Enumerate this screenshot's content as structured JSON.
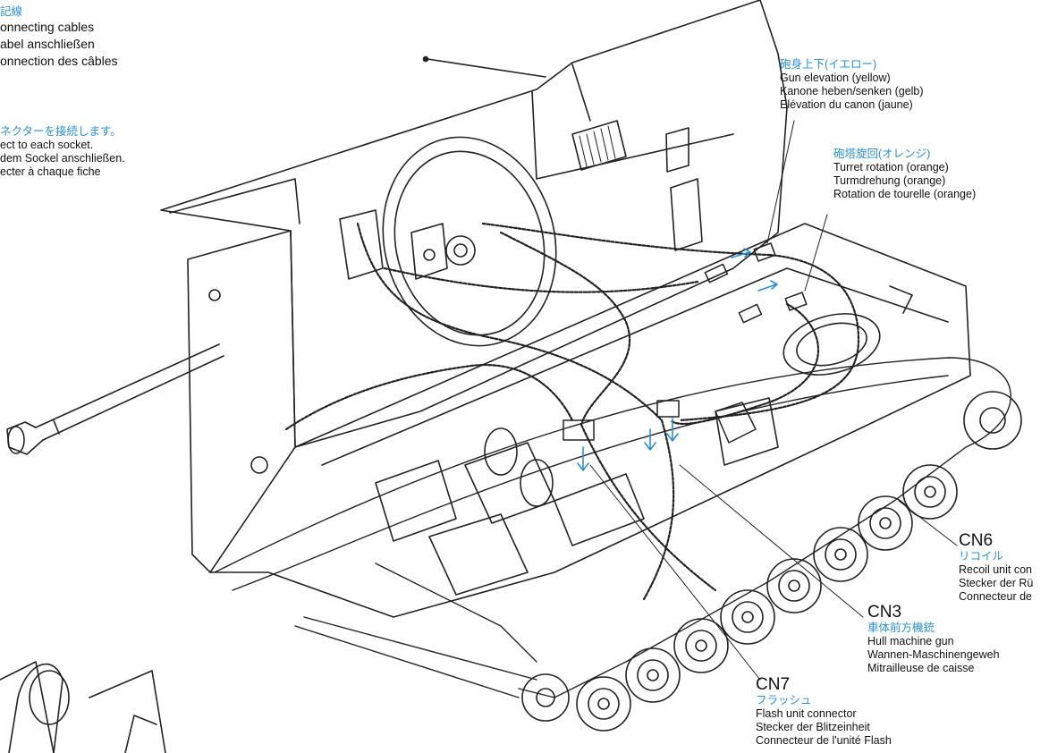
{
  "header": {
    "jp": "記線",
    "lines": [
      "onnecting cables",
      "abel anschließen",
      "onnection des câbles"
    ]
  },
  "instruction": {
    "jp": "ネクターを接続します。",
    "lines": [
      "ect to each socket.",
      "dem Sockel anschließen.",
      "ecter à chaque fiche"
    ]
  },
  "labels": {
    "gun_elevation": {
      "jp": "砲身上下(イエロー)",
      "lines": [
        "Gun elevation (yellow)",
        "Kanone heben/senken (gelb)",
        "Elévation du canon (jaune)"
      ]
    },
    "turret_rotation": {
      "jp": "砲塔旋回(オレンジ)",
      "lines": [
        "Turret rotation (orange)",
        "Turmdrehung (orange)",
        "Rotation de tourelle (orange)"
      ]
    },
    "cn6": {
      "code": "CN6",
      "jp": "リコイル",
      "lines": [
        "Recoil unit con",
        "Stecker der Rü",
        "Connecteur de"
      ]
    },
    "cn3": {
      "code": "CN3",
      "jp": "車体前方機銃",
      "lines": [
        "Hull machine gun",
        "Wannen-Maschinengeweh",
        "Mitrailleuse de caisse"
      ]
    },
    "cn7": {
      "code": "CN7",
      "jp": "フラッシュ",
      "lines": [
        "Flash unit connector",
        "Stecker der Blitzeinheit",
        "Connecteur de l'unité Flash"
      ]
    }
  }
}
